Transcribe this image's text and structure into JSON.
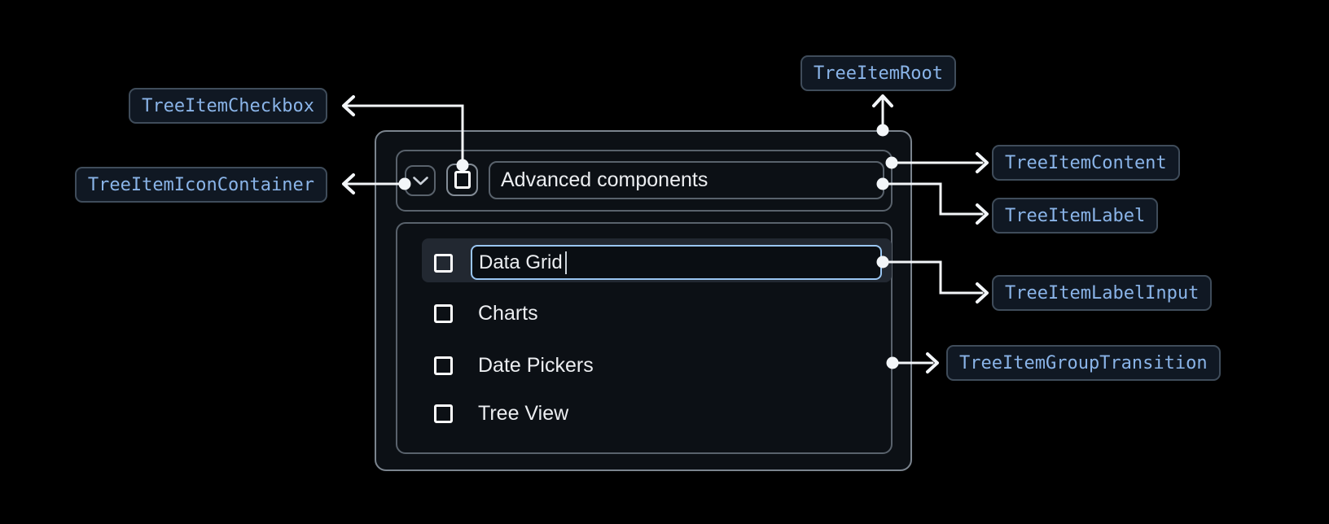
{
  "figure": {
    "type": "tree-item-anatomy-diagram",
    "annotations": {
      "root": "TreeItemRoot",
      "content": "TreeItemContent",
      "checkbox": "TreeItemCheckbox",
      "icon_container": "TreeItemIconContainer",
      "label": "TreeItemLabel",
      "label_input": "TreeItemLabelInput",
      "group_transition": "TreeItemGroupTransition"
    },
    "tree_item": {
      "parent_label": "Advanced components",
      "editing_child": {
        "input_value": "Data Grid"
      },
      "children": [
        "Charts",
        "Date Pickers",
        "Tree View"
      ]
    },
    "icons": {
      "expand": "chevron-down-icon",
      "parent_checkbox": "checkbox-unchecked-icon",
      "child_checkbox": "checkbox-unchecked-icon"
    },
    "colors": {
      "background": "#000000",
      "annotation_bg": "#101823",
      "annotation_border": "#3f4c5a",
      "annotation_text": "#8ab4e8",
      "connector": "#f3f6f9",
      "surface_bg": "#0c1015",
      "root_border": "#7b848e",
      "inner_border": "#59626c",
      "row_highlight": "#222831",
      "input_border": "#9ac6f2",
      "input_bg": "#0a0e13",
      "text_primary": "#eceef1"
    }
  }
}
